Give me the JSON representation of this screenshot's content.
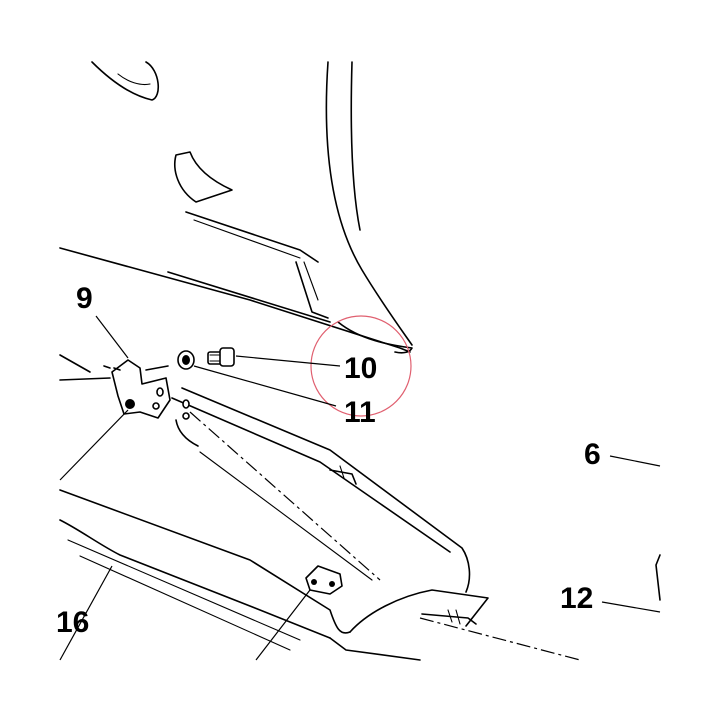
{
  "callouts": {
    "c9": "9",
    "c10": "10",
    "c11": "11",
    "c6": "6",
    "c12": "12",
    "c16": "16"
  },
  "highlight": {
    "color": "#e06070"
  }
}
